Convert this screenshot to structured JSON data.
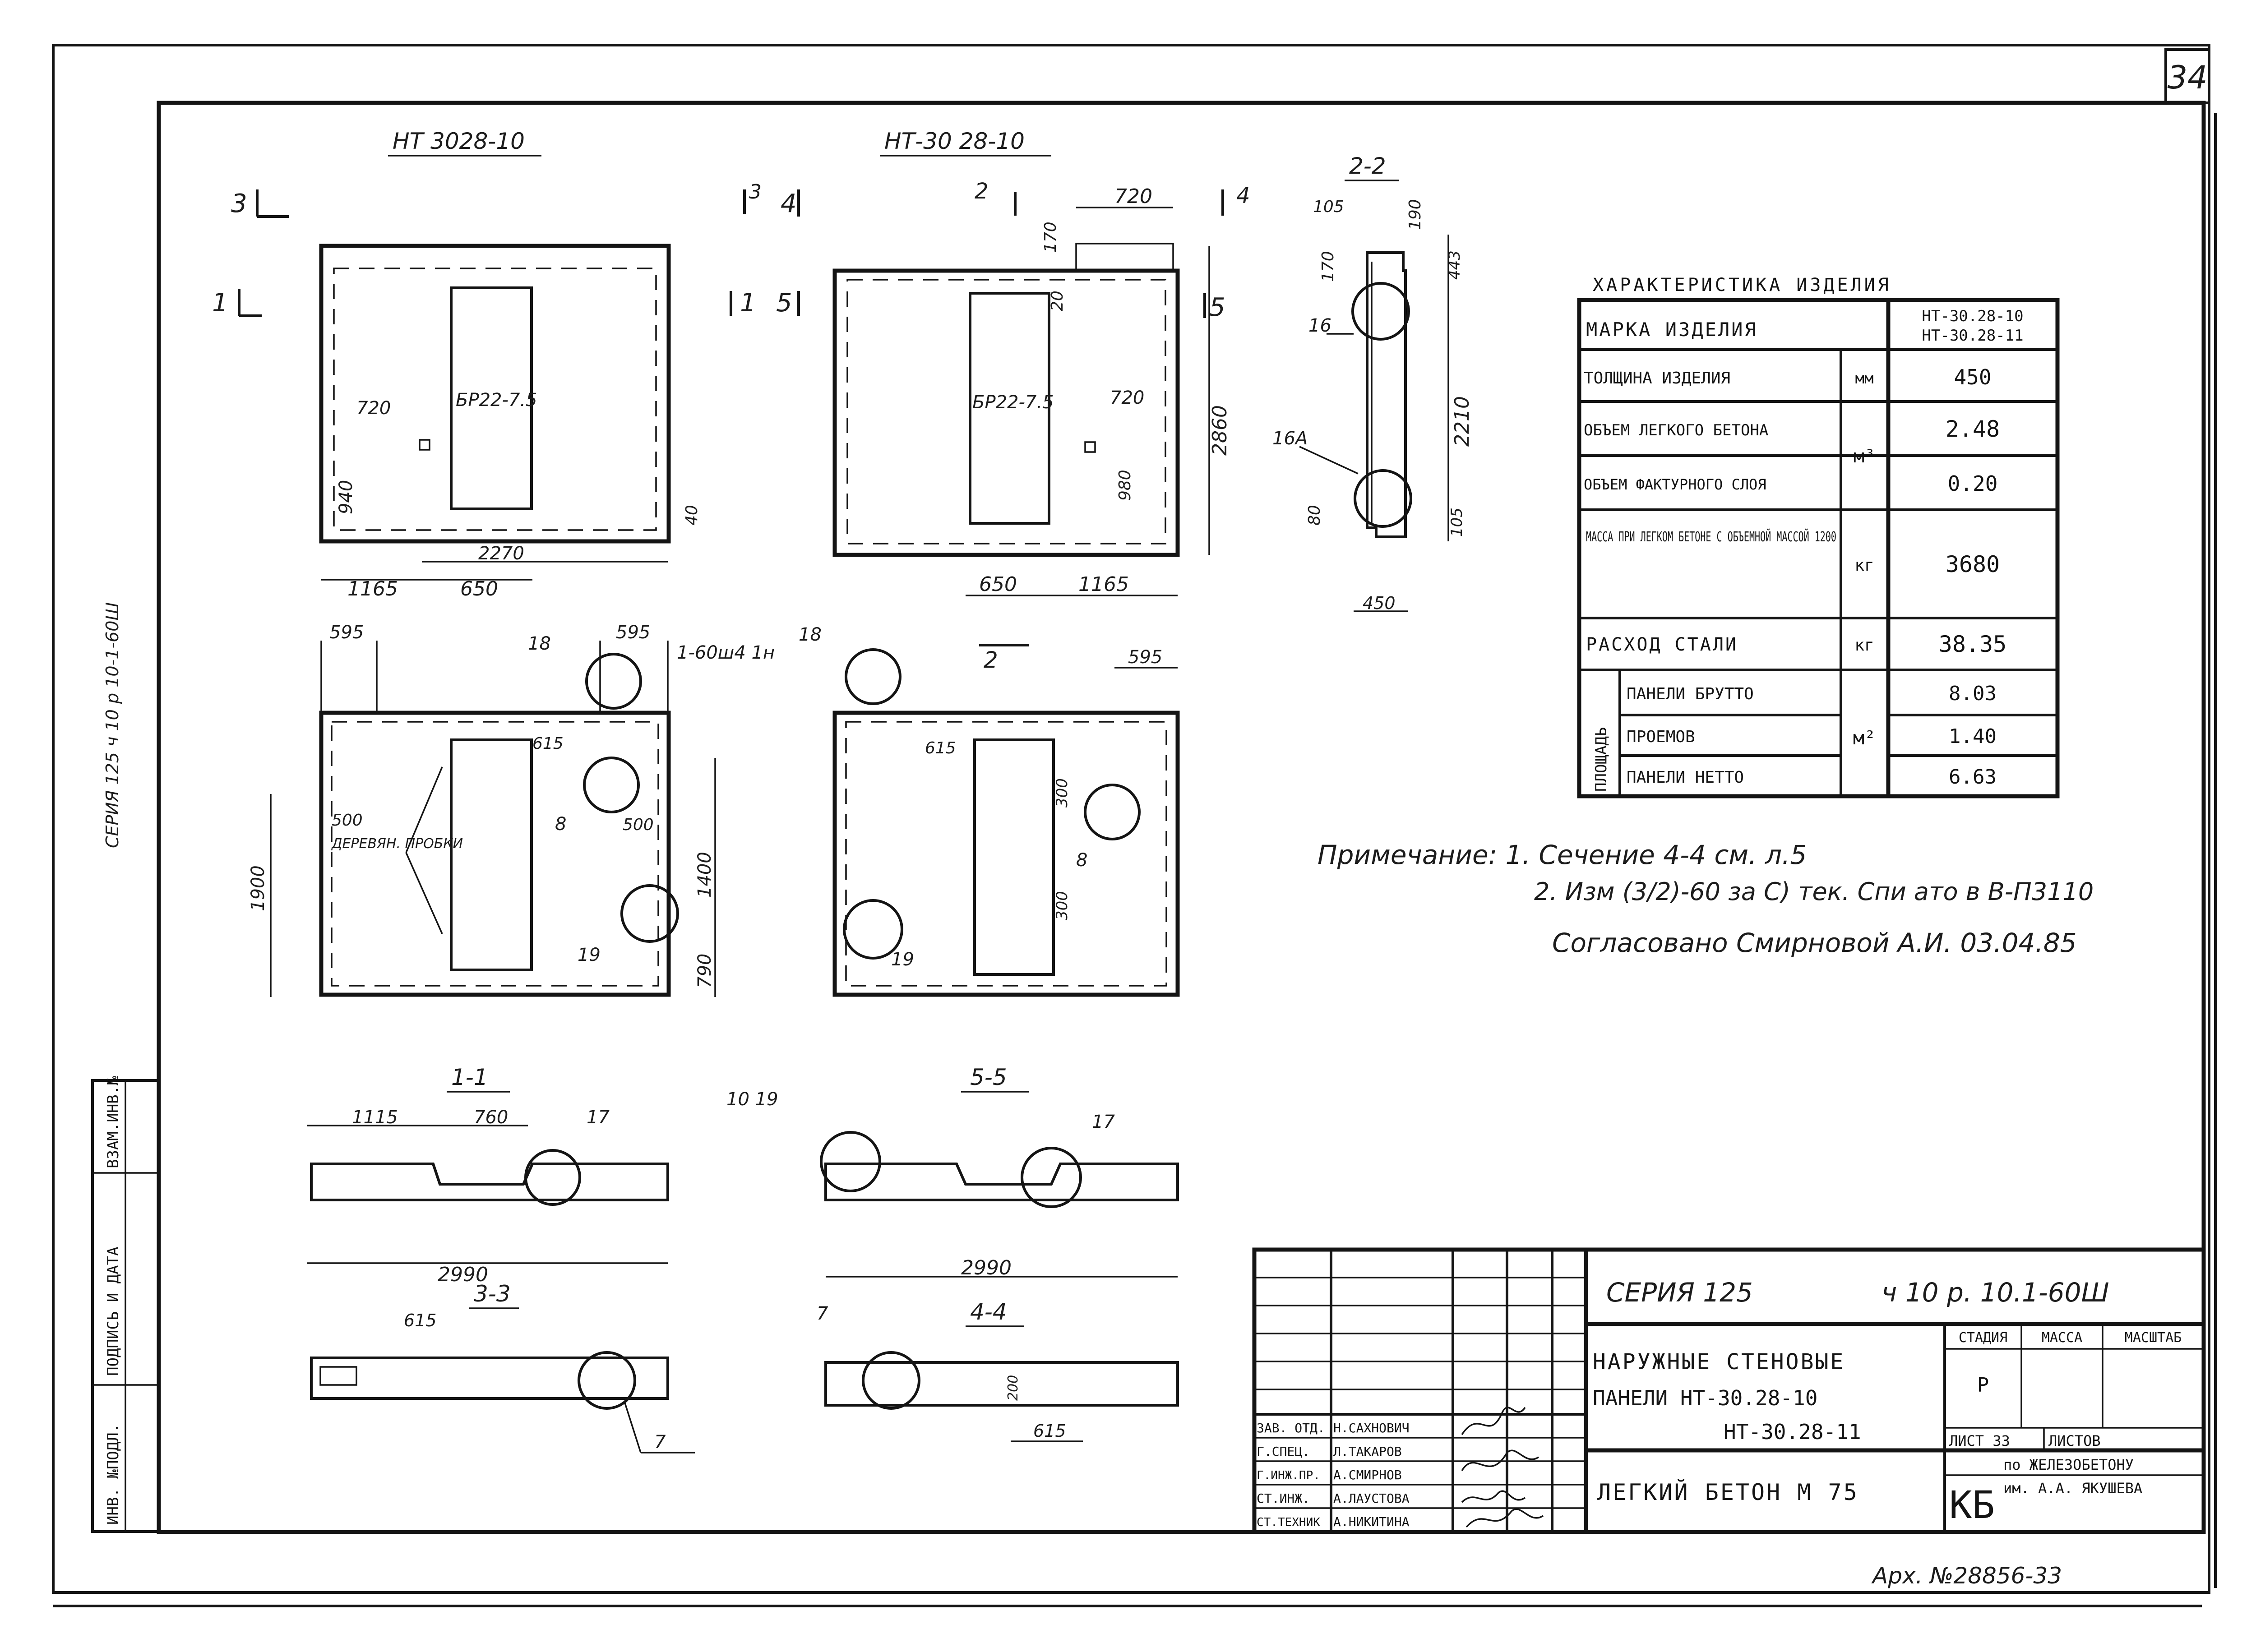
{
  "sheet": {
    "page_number": "34",
    "side_stamp": "СЕРИЯ 125 ч 10 р 10-1-60Ш",
    "left_strip": [
      "ИНВ. №ПОДЛ.",
      "ПОДПИСЬ И ДАТА",
      "ВЗАМ.ИНВ.№"
    ],
    "archive": "Арх. №28856-33"
  },
  "views": {
    "v1": {
      "title": "НТ 3028-10",
      "opening": "БР22-7.5",
      "d720": "720",
      "d940": "940",
      "d40": "40",
      "d1165": "1165",
      "d650": "650",
      "d2270": "2270",
      "s3": "3",
      "s1": "1"
    },
    "v2": {
      "title": "НТ-30 28-10",
      "opening": "БР22-7.5",
      "d720a": "720",
      "d720b": "720",
      "d170": "170",
      "d20": "20",
      "d980": "980",
      "d2860": "2860",
      "d650": "650",
      "d1165": "1165",
      "s2": "2",
      "s3": "3",
      "s4": "4",
      "s5": "5",
      "s1": "1"
    },
    "v22": {
      "title": "2-2",
      "d105": "105",
      "d190": "190",
      "d170": "170",
      "d443": "443",
      "d2210": "2210",
      "d80": "80",
      "d105b": "105",
      "d450": "450",
      "n16": "16",
      "n16a": "16А"
    },
    "v3": {
      "d595a": "595",
      "d595b": "595",
      "d615": "615",
      "d500a": "500",
      "d500b": "500",
      "lbl": "ДЕРЕВЯН. ПРОБКИ",
      "d1900": "1900",
      "d1400": "1400",
      "d790": "790",
      "n18": "18",
      "n8": "8",
      "n19": "19"
    },
    "v4": {
      "lbl": "1-60ш4 1н",
      "n18": "18",
      "d595": "595",
      "d615": "615",
      "d300a": "300",
      "d300b": "300",
      "n8": "8",
      "n19": "19",
      "s2": "2"
    },
    "s11": {
      "title": "1-1",
      "d1115": "1115",
      "d760": "760",
      "d2990": "2990",
      "n17": "17"
    },
    "s55": {
      "title": "5-5",
      "n1019": "10 19",
      "d2990": "2990",
      "n17": "17"
    },
    "s33": {
      "title": "3-3",
      "d615": "615",
      "n7": "7"
    },
    "s44": {
      "title": "4-4",
      "d615": "615",
      "d200": "200",
      "n7": "7"
    }
  },
  "characteristics": {
    "title": "ХАРАКТЕРИСТИКА ИЗДЕЛИЯ",
    "mark_label": "МАРКА ИЗДЕЛИЯ",
    "mark_value_1": "НТ-30.28-10",
    "mark_value_2": "НТ-30.28-11",
    "rows": [
      {
        "label": "ТОЛЩИНА ИЗДЕЛИЯ",
        "unit": "мм",
        "value": "450"
      },
      {
        "label": "ОБЪЕМ ЛЕГКОГО БЕТОНА",
        "unit": "м³",
        "value": "2.48"
      },
      {
        "label": "ОБЪЕМ ФАКТУРНОГО СЛОЯ",
        "unit": "",
        "value": "0.20"
      },
      {
        "label": "МАССА ПРИ ЛЕГКОМ БЕТОНЕ С ОБЪЕМНОЙ МАССОЙ 1200",
        "unit": "кг",
        "value": "3680"
      },
      {
        "label": "РАСХОД СТАЛИ",
        "unit": "кг",
        "value": "38.35"
      }
    ],
    "area_label": "ПЛОЩАДЬ",
    "area_unit": "м²",
    "area_rows": [
      {
        "label": "ПАНЕЛИ БРУТТО",
        "value": "8.03"
      },
      {
        "label": "ПРОЕМОВ",
        "value": "1.40"
      },
      {
        "label": "ПАНЕЛИ НЕТТО",
        "value": "6.63"
      }
    ]
  },
  "notes": {
    "line1": "Примечание: 1. Сечение 4-4 см. л.5",
    "line2": "2. Изм (3/2)-60 за С) тек. Спи ато в В-П3110",
    "line3": "Согласовано Смирновой А.И. 03.04.85"
  },
  "title_block": {
    "series": "СЕРИЯ 125",
    "code": "ч 10 р. 10.1-60Ш",
    "name_1": "НАРУЖНЫЕ СТЕНОВЫЕ",
    "name_2": "ПАНЕЛИ НТ-30.28-10",
    "name_3": "НТ-30.28-11",
    "material": "ЛЕГКИЙ БЕТОН М 75",
    "stage_h": "СТАДИЯ",
    "mass_h": "МАССА",
    "scale_h": "МАСШТАБ",
    "stage": "Р",
    "sheet_lbl": "ЛИСТ 33",
    "sheets_lbl": "ЛИСТОВ",
    "org_logo": "КБ",
    "org_1": "по ЖЕЛЕЗОБЕТОНУ",
    "org_2": "им. А.А. ЯКУШЕВА",
    "staff": [
      {
        "role": "ЗАВ. ОТД.",
        "name": "Н.САХНОВИЧ"
      },
      {
        "role": "Г.СПЕЦ.",
        "name": "Л.ТАКАРОВ"
      },
      {
        "role": "Г.ИНЖ.ПР.",
        "name": "А.СМИРНОВ"
      },
      {
        "role": "СТ.ИНЖ.",
        "name": "А.ЛАУСТОВА"
      },
      {
        "role": "СТ.ТЕХНИК",
        "name": "А.НИКИТИНА"
      }
    ]
  }
}
